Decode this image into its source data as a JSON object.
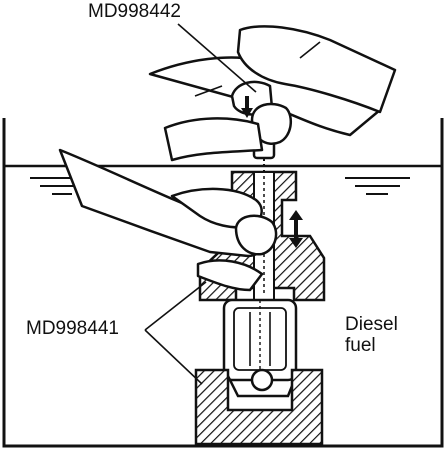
{
  "labels": {
    "tool_top": "MD998442",
    "tool_bottom": "MD998441",
    "fluid_line1": "Diesel",
    "fluid_line2": "fuel"
  },
  "colors": {
    "ink": "#111111",
    "paper": "#ffffff"
  },
  "icons": {
    "push_down": "arrow-down-icon",
    "move_up_down": "double-arrow-vertical-icon"
  }
}
